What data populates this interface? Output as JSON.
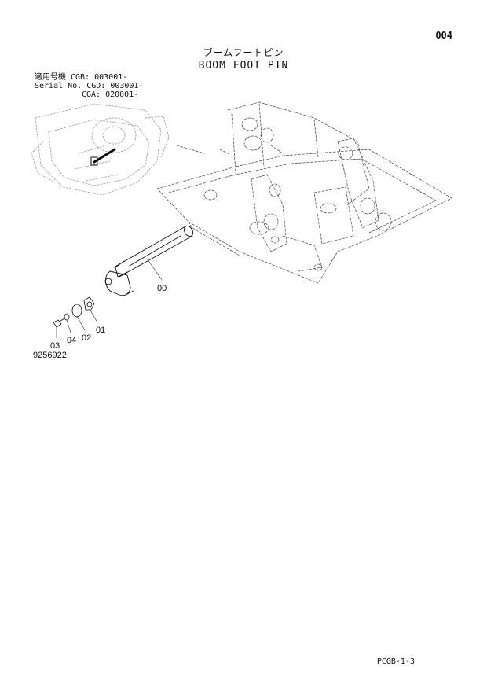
{
  "header": {
    "page_number": "004",
    "title_jp": "ブームフートピン",
    "title_en": "BOOM FOOT PIN"
  },
  "serial_block": {
    "rows": [
      "適用号機 CGB: 003001-",
      "Serial No. CGD: 003001-",
      "CGA: 020001-"
    ]
  },
  "callouts": {
    "pin": "00",
    "plate": "01",
    "washer": "02",
    "bolt": "03",
    "lock_washer": "04"
  },
  "drawing_number": "9256922",
  "footer": {
    "sheet_code": "PCGB-1-3"
  }
}
